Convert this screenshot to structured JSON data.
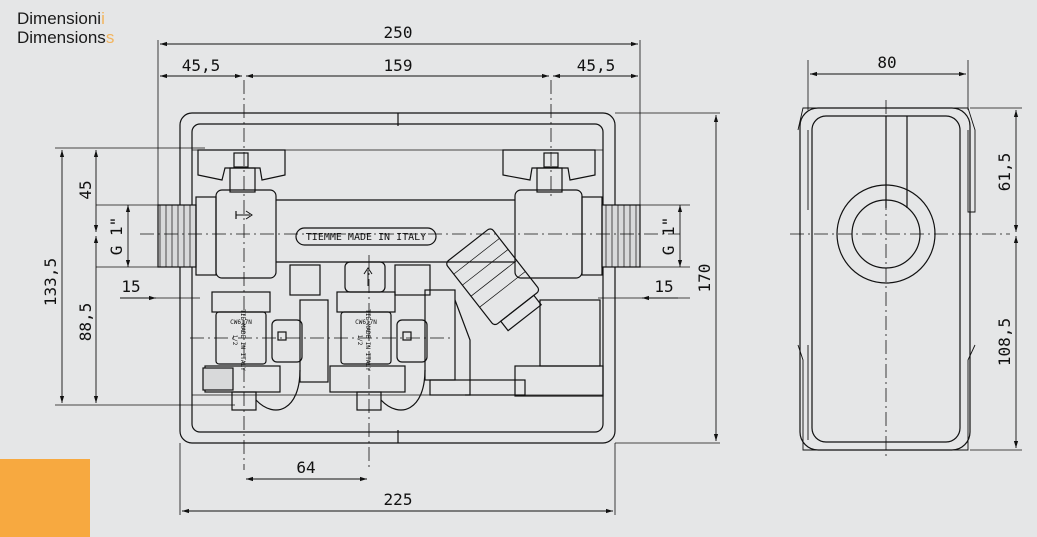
{
  "header": {
    "line1": "Dimensioni",
    "line2": "Dimensions"
  },
  "colors": {
    "background": "#e5e6e7",
    "accent": "#f7a940",
    "line": "#111111"
  },
  "front_view": {
    "dimensions": {
      "overall_width": "250",
      "left_offset": "45,5",
      "center_distance": "159",
      "right_offset": "45,5",
      "height_total": "133,5",
      "height_top": "45",
      "height_lower": "88,5",
      "thread_left": "G 1\"",
      "thread_right": "G 1\"",
      "stub_left": "15",
      "stub_right": "15",
      "box_height": "170",
      "valve_spacing": "64",
      "box_width": "225"
    },
    "labels": {
      "stamp": "TIEMME MADE IN ITALY",
      "valve_code": "CW617N",
      "valve_text": "TIE MADE IN ITALY",
      "valve_size": "1/2"
    }
  },
  "side_view": {
    "dimensions": {
      "width": "80",
      "upper": "61,5",
      "lower": "108,5"
    }
  }
}
